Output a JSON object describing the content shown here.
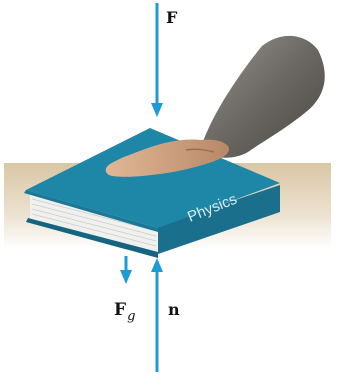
{
  "labels": {
    "applied_force": "F",
    "gravity_force_base": "F",
    "gravity_force_subscript": "g",
    "normal_force": "n"
  },
  "book": {
    "title": "Physics"
  },
  "colors": {
    "book_cover": "#1e86a6",
    "book_spine": "#1a6f8c",
    "book_pages": "#eef0ee",
    "table_top": "#d8c7a8",
    "force_arrow": "#1e9bd7",
    "sleeve": "#6e6a66",
    "skin": "#c9a07c"
  }
}
